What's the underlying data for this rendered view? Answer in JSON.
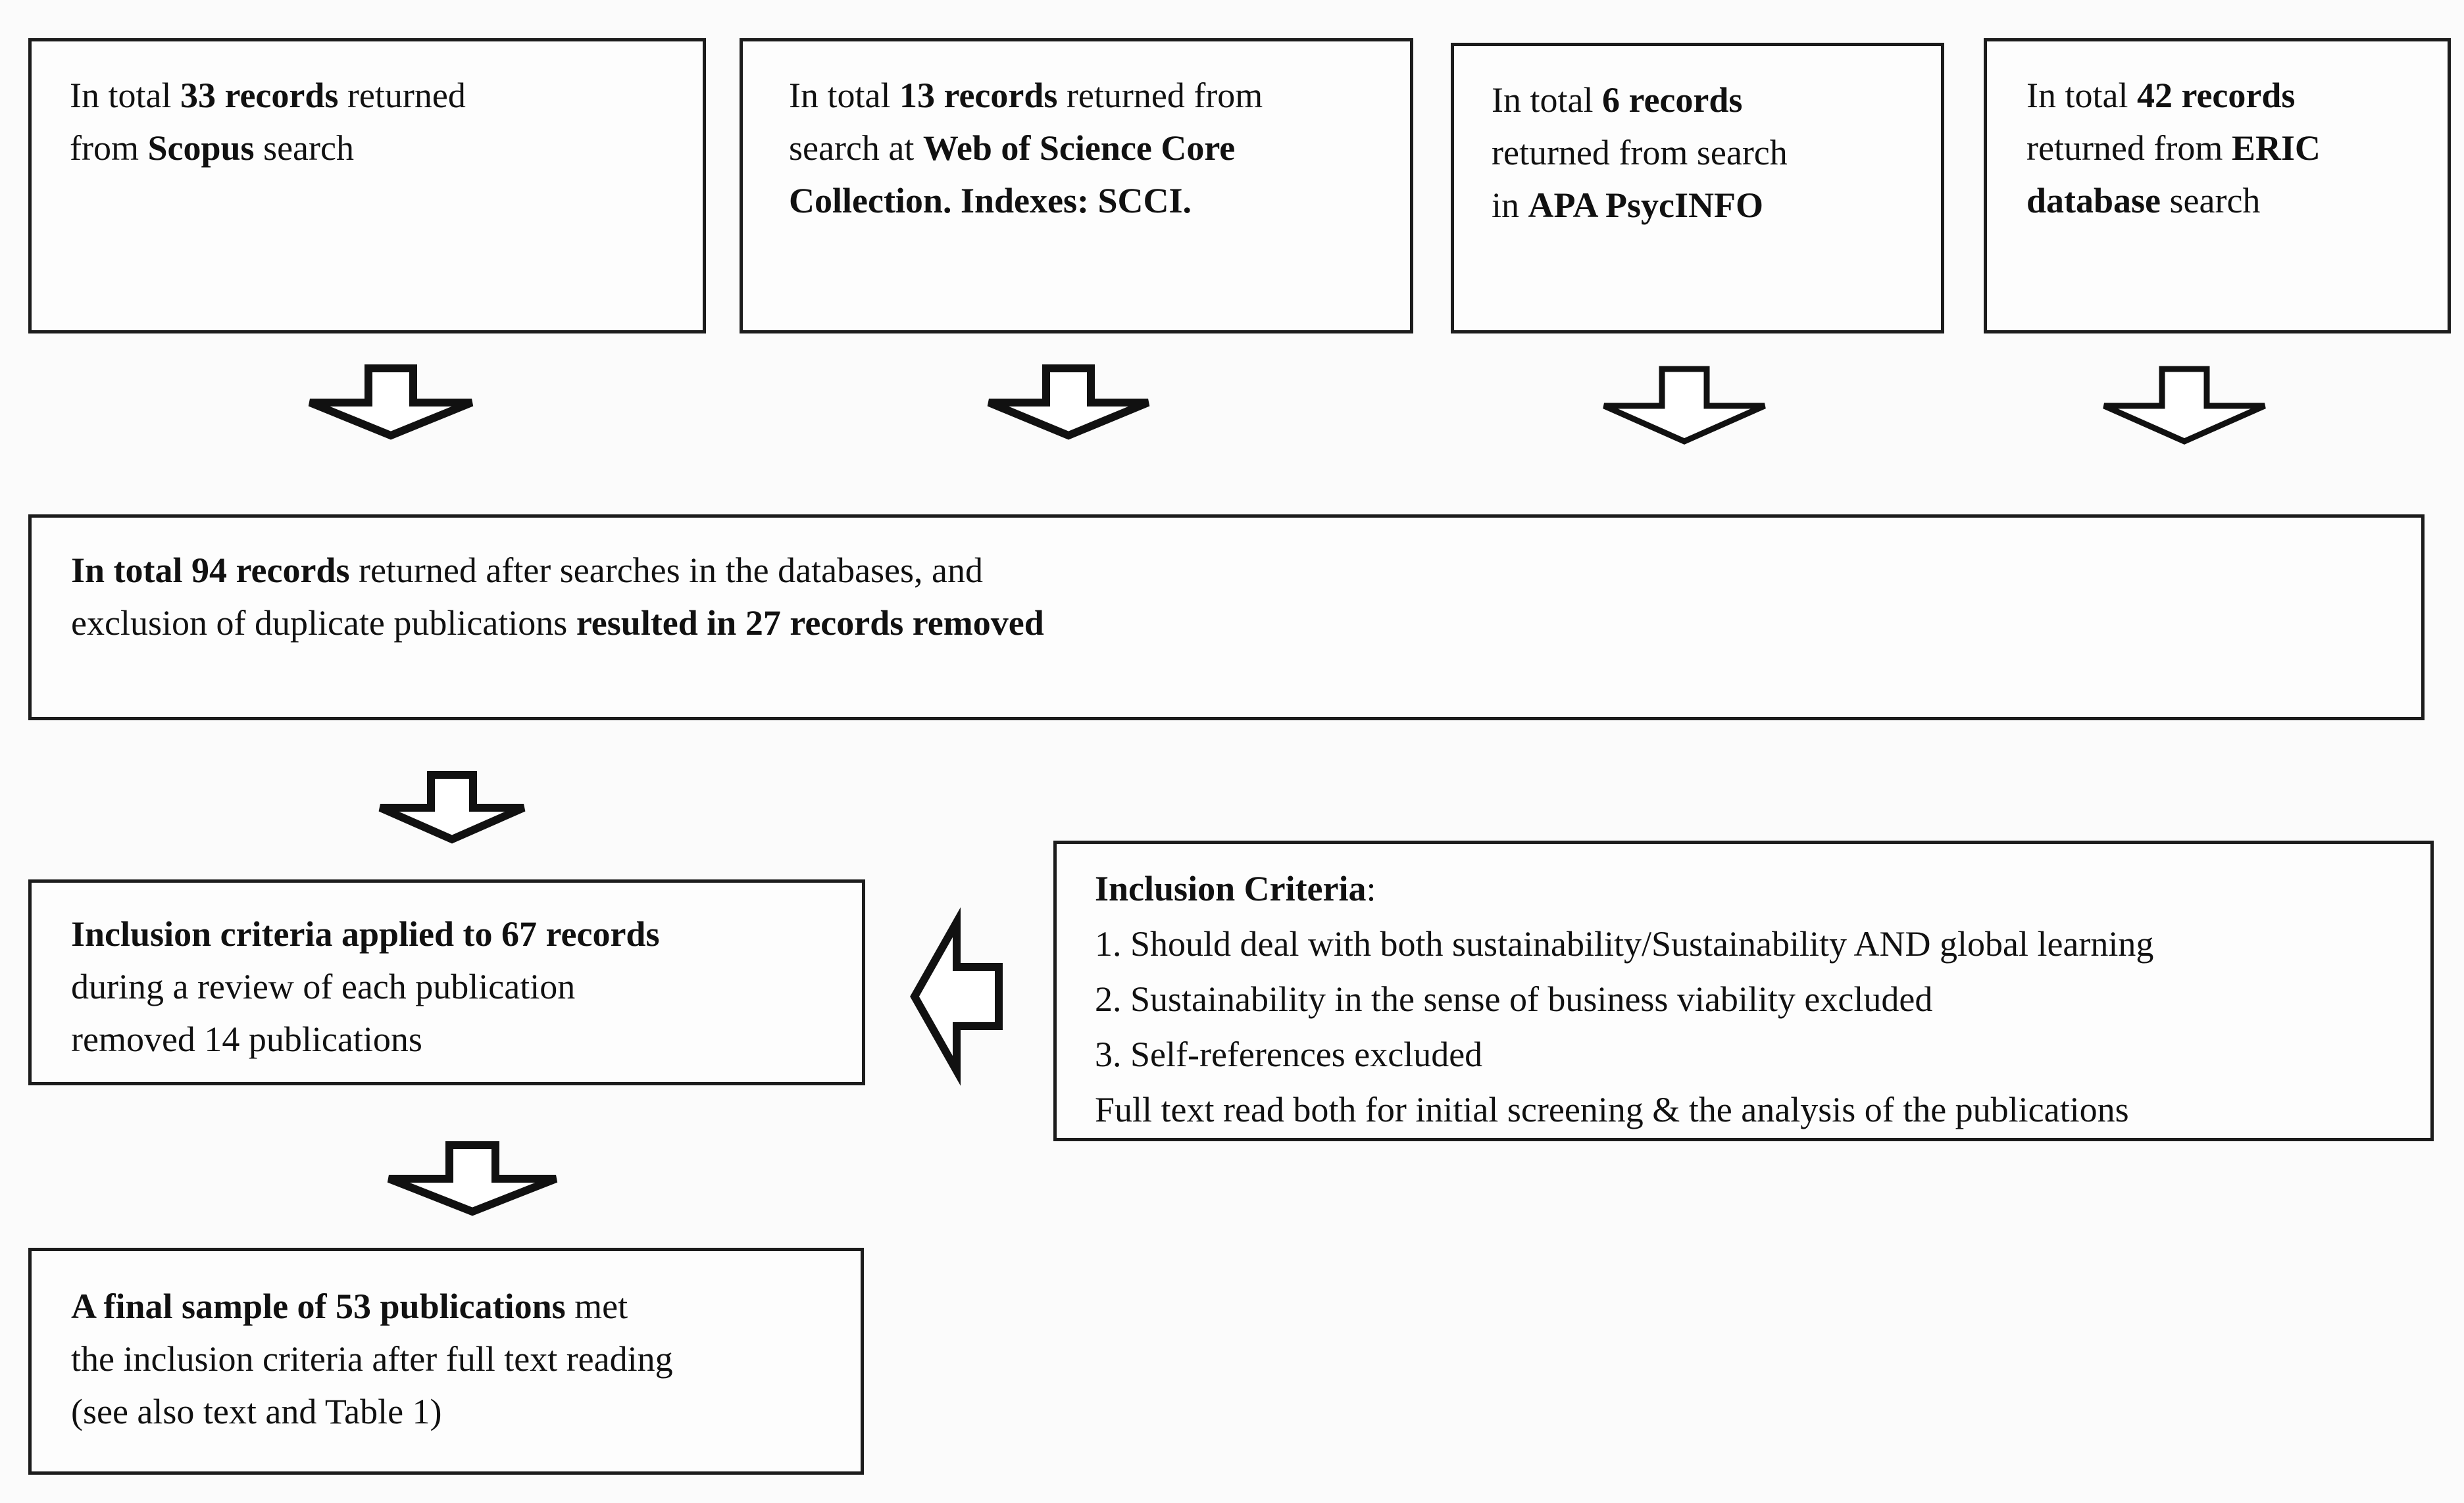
{
  "figure": {
    "title": "Literature search and screening flow diagram",
    "colors": {
      "background": "#fbfbfb",
      "box_background": "#fdfdfd",
      "border": "#1c1c1c",
      "text": "#111111",
      "arrow_fill": "#ffffff",
      "arrow_stroke": "#111111"
    },
    "icons": {
      "down_arrow": "block-down-arrow-outline",
      "left_arrow": "block-left-arrow-outline"
    },
    "counts": {
      "scopus_records": 33,
      "wos_records": 13,
      "apa_records": 6,
      "eric_records": 42,
      "total_records": 94,
      "duplicates_removed": 27,
      "criteria_applied_records": 67,
      "publications_removed": 14,
      "final_sample": 53
    }
  },
  "boxes": {
    "scopus": [
      [
        {
          "t": "In total ",
          "b": false
        },
        {
          "t": "33 records",
          "b": true
        },
        {
          "t": " returned",
          "b": false
        }
      ],
      [
        {
          "t": "from ",
          "b": false
        },
        {
          "t": "Scopus",
          "b": true
        },
        {
          "t": " search",
          "b": false
        }
      ]
    ],
    "wos": [
      [
        {
          "t": "In total ",
          "b": false
        },
        {
          "t": "13 records",
          "b": true
        },
        {
          "t": " returned from",
          "b": false
        }
      ],
      [
        {
          "t": "search at ",
          "b": false
        },
        {
          "t": "Web of Science Core",
          "b": true
        }
      ],
      [
        {
          "t": "Collection. Indexes: SCCI.",
          "b": true
        }
      ]
    ],
    "apa": [
      [
        {
          "t": "In total ",
          "b": false
        },
        {
          "t": "6 records",
          "b": true
        }
      ],
      [
        {
          "t": "returned from search",
          "b": false
        }
      ],
      [
        {
          "t": "in ",
          "b": false
        },
        {
          "t": "APA PsycINFO",
          "b": true
        }
      ]
    ],
    "eric": [
      [
        {
          "t": "In total ",
          "b": false
        },
        {
          "t": "42 records",
          "b": true
        }
      ],
      [
        {
          "t": "returned from ",
          "b": false
        },
        {
          "t": "ERIC",
          "b": true
        }
      ],
      [
        {
          "t": "database",
          "b": true
        },
        {
          "t": " search",
          "b": false
        }
      ]
    ],
    "dedup": [
      [
        {
          "t": "In total 94 records",
          "b": true
        },
        {
          "t": " returned after searches in the databases, and",
          "b": false
        }
      ],
      [
        {
          "t": "exclusion of duplicate publications ",
          "b": false
        },
        {
          "t": "resulted in 27 records removed",
          "b": true
        }
      ]
    ],
    "criteria_applied": [
      [
        {
          "t": "Inclusion criteria applied to 67 records",
          "b": true
        }
      ],
      [
        {
          "t": "during a review of each publication",
          "b": false
        }
      ],
      [
        {
          "t": "removed 14 publications",
          "b": false
        }
      ]
    ],
    "criteria": [
      [
        {
          "t": "Inclusion Criteria",
          "b": true
        },
        {
          "t": ":",
          "b": false
        }
      ],
      [
        {
          "t": "1. Should deal with both sustainability/Sustainability AND global learning",
          "b": false
        }
      ],
      [
        {
          "t": "2. Sustainability in the sense of business viability excluded",
          "b": false
        }
      ],
      [
        {
          "t": "3. Self-references excluded",
          "b": false
        }
      ],
      [
        {
          "t": "Full text read both for initial screening & the analysis of the publications",
          "b": false
        }
      ]
    ],
    "final": [
      [
        {
          "t": "A final sample of 53 publications",
          "b": true
        },
        {
          "t": " met",
          "b": false
        }
      ],
      [
        {
          "t": "the inclusion criteria after full text reading",
          "b": false
        }
      ],
      [
        {
          "t": "(see also text and Table 1)",
          "b": false
        }
      ]
    ]
  }
}
